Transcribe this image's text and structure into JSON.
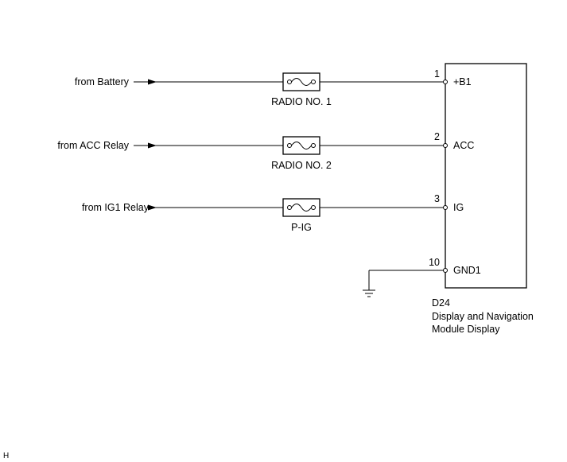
{
  "circuits": [
    {
      "source": "from Battery",
      "fuse": "RADIO NO. 1",
      "pin": "1",
      "terminal": "+B1"
    },
    {
      "source": "from ACC Relay",
      "fuse": "RADIO NO. 2",
      "pin": "2",
      "terminal": "ACC"
    },
    {
      "source": "from IG1 Relay",
      "fuse": "P-IG",
      "pin": "3",
      "terminal": "IG"
    }
  ],
  "ground": {
    "pin": "10",
    "terminal": "GND1"
  },
  "component": {
    "code": "D24",
    "name_line1": "Display and Navigation",
    "name_line2": "Module Display"
  },
  "corner_mark": "H"
}
